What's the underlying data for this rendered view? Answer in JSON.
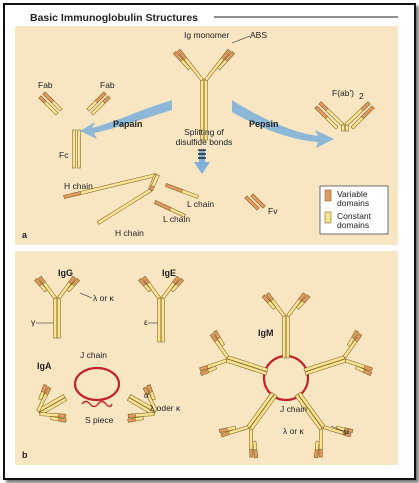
{
  "title": "Basic Immunoglobulin Structures",
  "colors": {
    "panel": "#f8e6c3",
    "variable": "#e39a62",
    "constant": "#f6e394",
    "outline": "#8a6a2a",
    "arrow": "#7fb1d9",
    "jchain": "#c0242a"
  },
  "panel_a": {
    "letter": "a",
    "monomer_label": "Ig monomer",
    "abs_label": "ABS",
    "fab_left": "Fab",
    "fab_right": "Fab",
    "fc_label": "Fc",
    "papain_label": "Papain",
    "pepsin_label": "Pepsin",
    "fab2_label": "F(ab')",
    "fab2_sub": "2",
    "splitting_line1": "Splitting of",
    "splitting_line2": "disulfide bonds",
    "h_chain_1": "H chain",
    "h_chain_2": "H chain",
    "l_chain_1": "L chain",
    "l_chain_2": "L chain",
    "fv_label": "Fv",
    "legend": [
      {
        "line1": "Variable",
        "line2": "domains",
        "color_key": "variable"
      },
      {
        "line1": "Constant",
        "line2": "domains",
        "color_key": "constant"
      }
    ]
  },
  "panel_b": {
    "letter": "b",
    "igg_label": "IgG",
    "ige_label": "IgE",
    "light_label": "λ or κ",
    "gamma_label": "γ",
    "epsilon_label": "ε",
    "iga_label": "IgA",
    "jchain_label_a": "J chain",
    "alpha_label": "α",
    "light_label_a": "λ oder κ",
    "spiece_label": "S piece",
    "igm_label": "IgM",
    "jchain_label_m": "J chain",
    "light_label_m": "λ or κ",
    "mu_label": "μ"
  }
}
